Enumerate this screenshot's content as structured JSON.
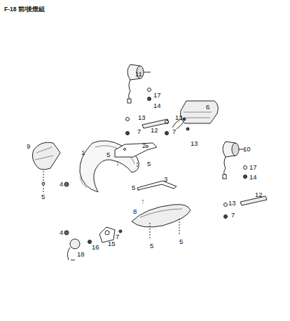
{
  "diagram": {
    "title": "F-18 前/後燈組",
    "labels": [
      "11",
      "17",
      "14",
      "12",
      "13",
      "6",
      "13",
      "7",
      "7",
      "13",
      "2",
      "10",
      "9",
      "1",
      "5",
      "5",
      "17",
      "14",
      "4",
      "5",
      "3",
      "5",
      "12",
      "13",
      "7",
      "8",
      "4",
      "15",
      "7",
      "16",
      "18",
      "5",
      "5"
    ]
  }
}
